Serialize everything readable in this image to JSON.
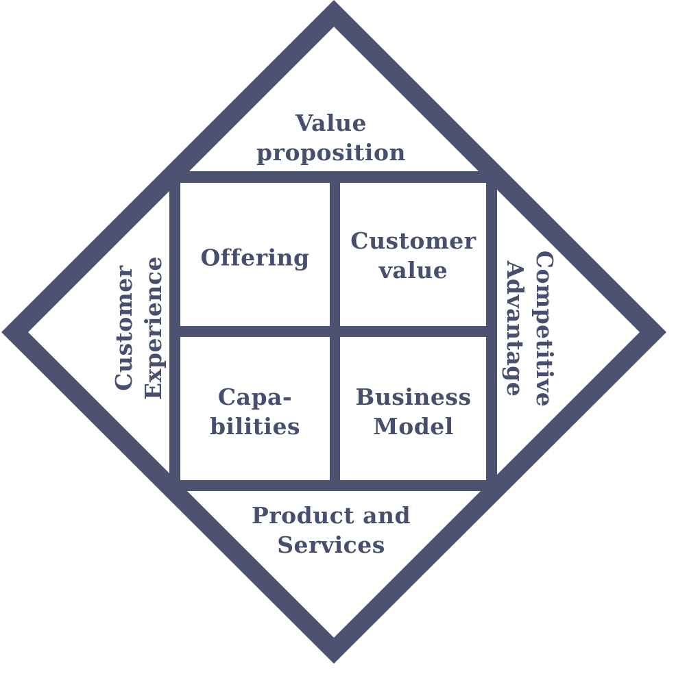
{
  "diagram": {
    "name": "strategy-diamond",
    "colors": {
      "shape": "#4d5271",
      "text": "#474e6e",
      "background": "#ffffff"
    },
    "edge_labels": {
      "top": "Value\nproposition",
      "right": "Competitive\nAdvantage",
      "bottom": "Product and\nServices",
      "left": "Customer\nExperience"
    },
    "cells": [
      {
        "position": "top-left",
        "label": "Offering"
      },
      {
        "position": "top-right",
        "label": "Customer\nvalue"
      },
      {
        "position": "bottom-left",
        "label": "Capa-\nbilities"
      },
      {
        "position": "bottom-right",
        "label": "Business\nModel"
      }
    ]
  }
}
